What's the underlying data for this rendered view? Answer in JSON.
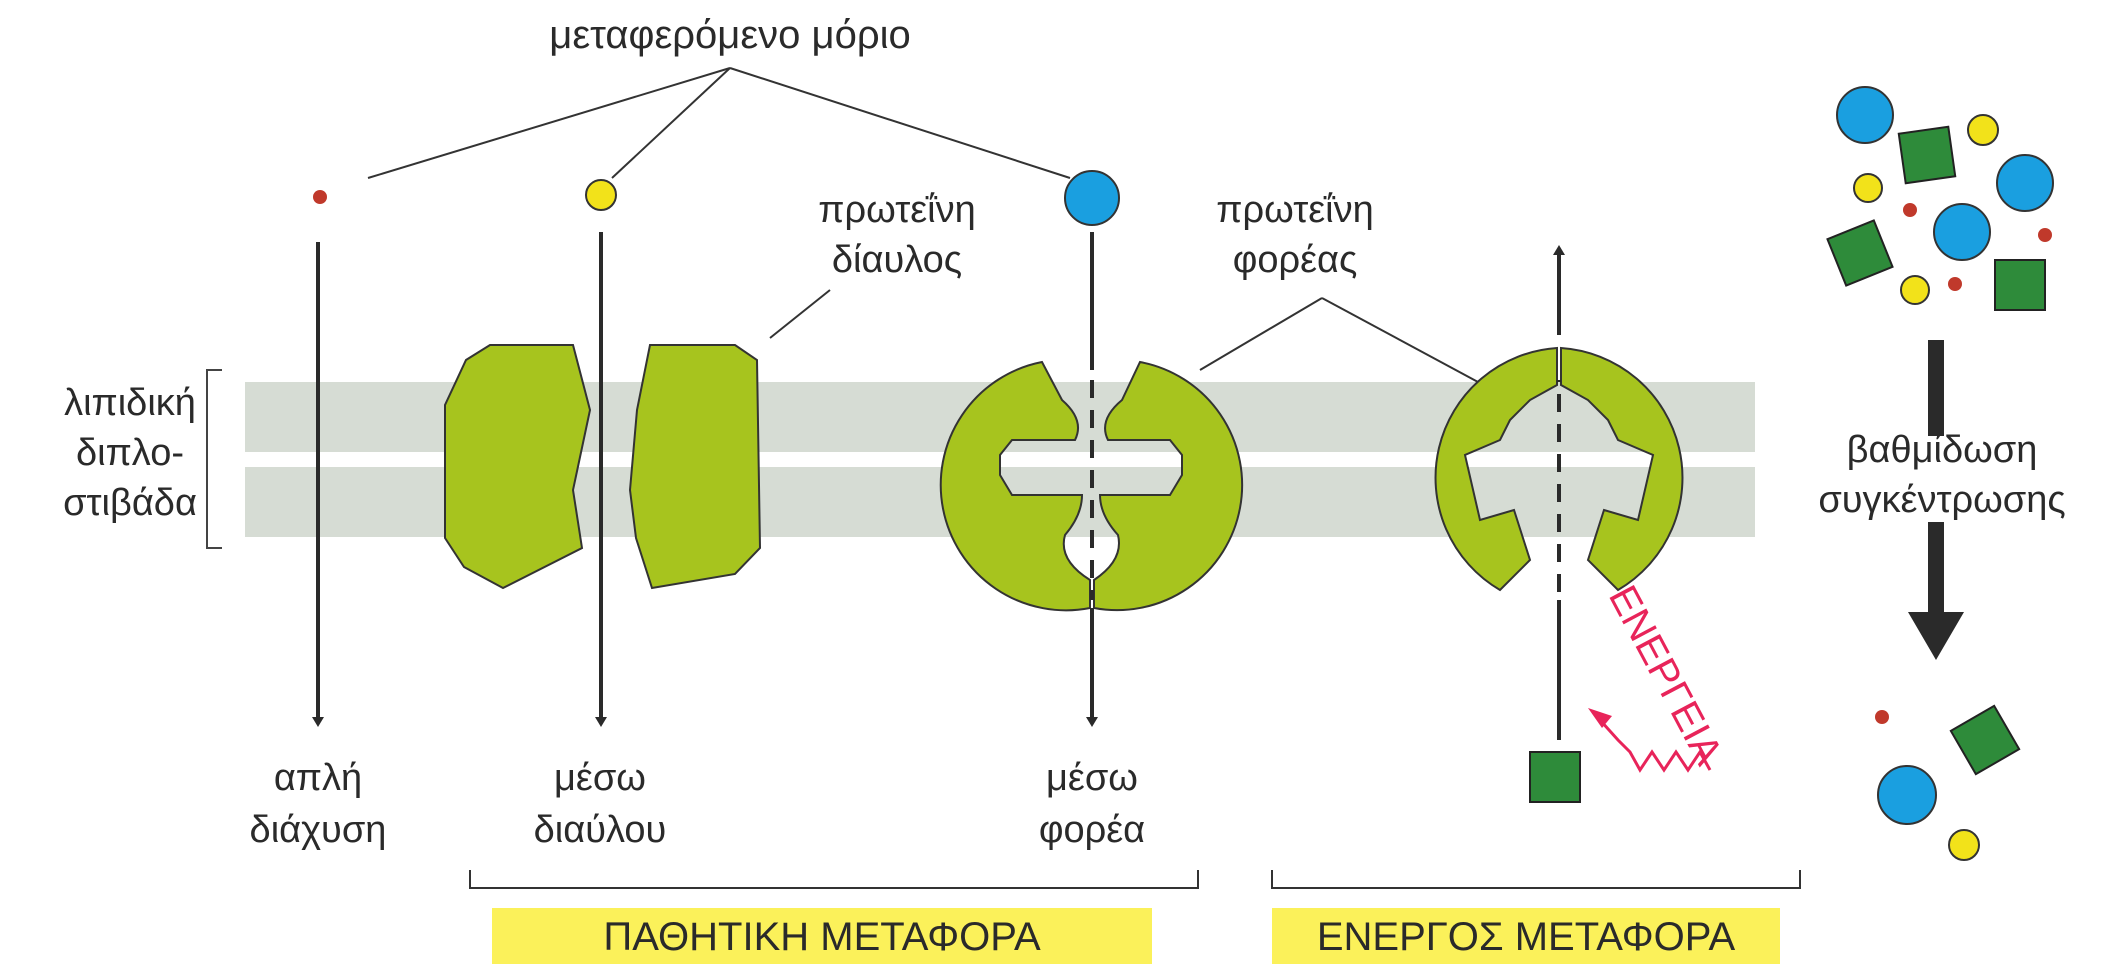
{
  "labels": {
    "transported_molecule": "μεταφερόμενο μόριο",
    "channel_protein_line1": "πρωτεΐνη",
    "channel_protein_line2": "δίαυλος",
    "carrier_protein_line1": "πρωτεΐνη",
    "carrier_protein_line2": "φορέας",
    "lipid_bilayer_line1": "λιπιδική",
    "lipid_bilayer_line2": "διπλο-",
    "lipid_bilayer_line3": "στιβάδα",
    "simple_diffusion_line1": "απλή",
    "simple_diffusion_line2": "διάχυση",
    "via_channel_line1": "μέσω",
    "via_channel_line2": "διαύλου",
    "via_carrier_line1": "μέσω",
    "via_carrier_line2": "φορέα",
    "energy": "ΕΝΕΡΓΕΙΑ",
    "gradient_line1": "βαθμίδωση",
    "gradient_line2": "συγκέντρωσης",
    "passive_transport": "ΠΑΘΗΤΙΚΗ ΜΕΤΑΦΟΡΑ",
    "active_transport": "ΕΝΕΡΓΟΣ ΜΕΤΑΦΟΡΑ"
  },
  "colors": {
    "membrane": "#d6dcd4",
    "protein_green": "#a7c41e",
    "square_green": "#2e8b3a",
    "molecule_red": "#c0392b",
    "molecule_yellow": "#f2e21a",
    "molecule_blue": "#1a9fe0",
    "energy_pink": "#e8245a",
    "banner_yellow": "#fbf15a",
    "arrow_dark": "#2a2a2a"
  }
}
